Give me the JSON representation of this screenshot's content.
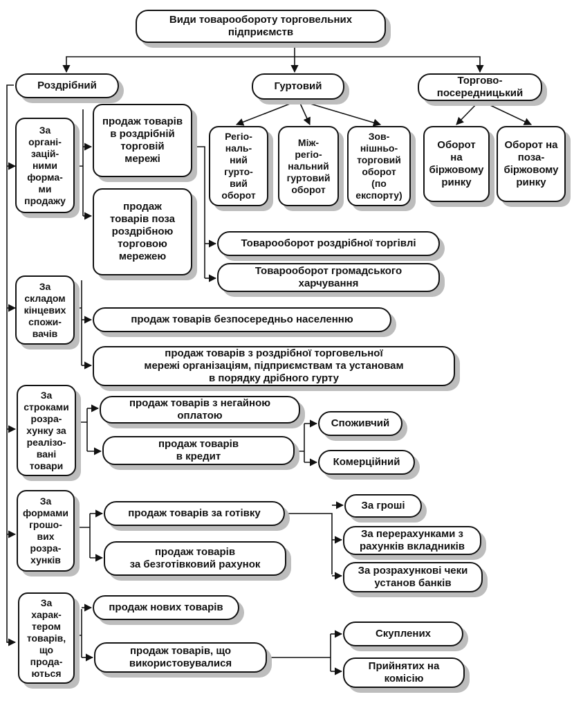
{
  "root": "Види товарообороту торговельних\nпідприємств",
  "level1": {
    "retail": "Роздрібний",
    "wholesale": "Гуртовий",
    "intermediary": "Торгово-\nпосередницький"
  },
  "wholesale_types": {
    "regional": "Регіо-\nналь-\nний\nгурто-\nвий\nоборот",
    "interregional": "Між-\nрегіо-\nнальний\nгуртовий\nоборот",
    "foreign": "Зов-\nнішньо-\nторговий\nоборот\n(по\nекспорту)"
  },
  "intermediary_types": {
    "exchange": "Оборот\nна\nбіржовому\nринку",
    "offexchange": "Оборот на\nпоза-\nбіржовому\nринку"
  },
  "criteria": {
    "org_forms": "За\nоргані-\nзацій-\nними\nформа-\nми\nпродажу",
    "consumers": "За\nскладом\nкінцевих\nспожи-\nвачів",
    "settlement_terms": "За\nстроками\nрозра-\nхунку за\nреалізо-\nвані\nтовари",
    "money_forms": "За\nформами\nгрошо-\nвих\nрозра-\nхунків",
    "goods_character": "За\nхарак-\nтером\nтоварів,\nщо\nпрода-\nються"
  },
  "org_forms": {
    "in_network": "продаж товарів\nв роздрібній\nторговій\nмережі",
    "outside_network": "продаж\nтоварів поза\nроздрібною\nторговою\nмережею",
    "retail_turnover": "Товарооборот роздрібної торгівлі",
    "catering_turnover": "Товарооборот громадського\nхарчування"
  },
  "consumers": {
    "population": "продаж товарів безпосередньо населенню",
    "organizations": "продаж товарів з роздрібної торговельної\nмережі організаціям, підприємствам та установам\nв порядку дрібного гурту"
  },
  "settlement": {
    "immediate": "продаж товарів з негайною\nоплатою",
    "credit": "продаж товарів\nв кредит",
    "consumer": "Споживчий",
    "commercial": "Комерційний"
  },
  "money": {
    "cash": "продаж товарів за готівку",
    "noncash": "продаж товарів\nза безготівковий рахунок",
    "for_money": "За гроші",
    "transfers": "За перерахунками з\nрахунків вкладників",
    "checks": "За розрахункові чеки\nустанов банків"
  },
  "goods": {
    "new": "продаж нових товарів",
    "used": "продаж товарів, що\nвикористовувалися",
    "bought": "Скуплених",
    "commission": "Прийнятих на\nкомісію"
  }
}
